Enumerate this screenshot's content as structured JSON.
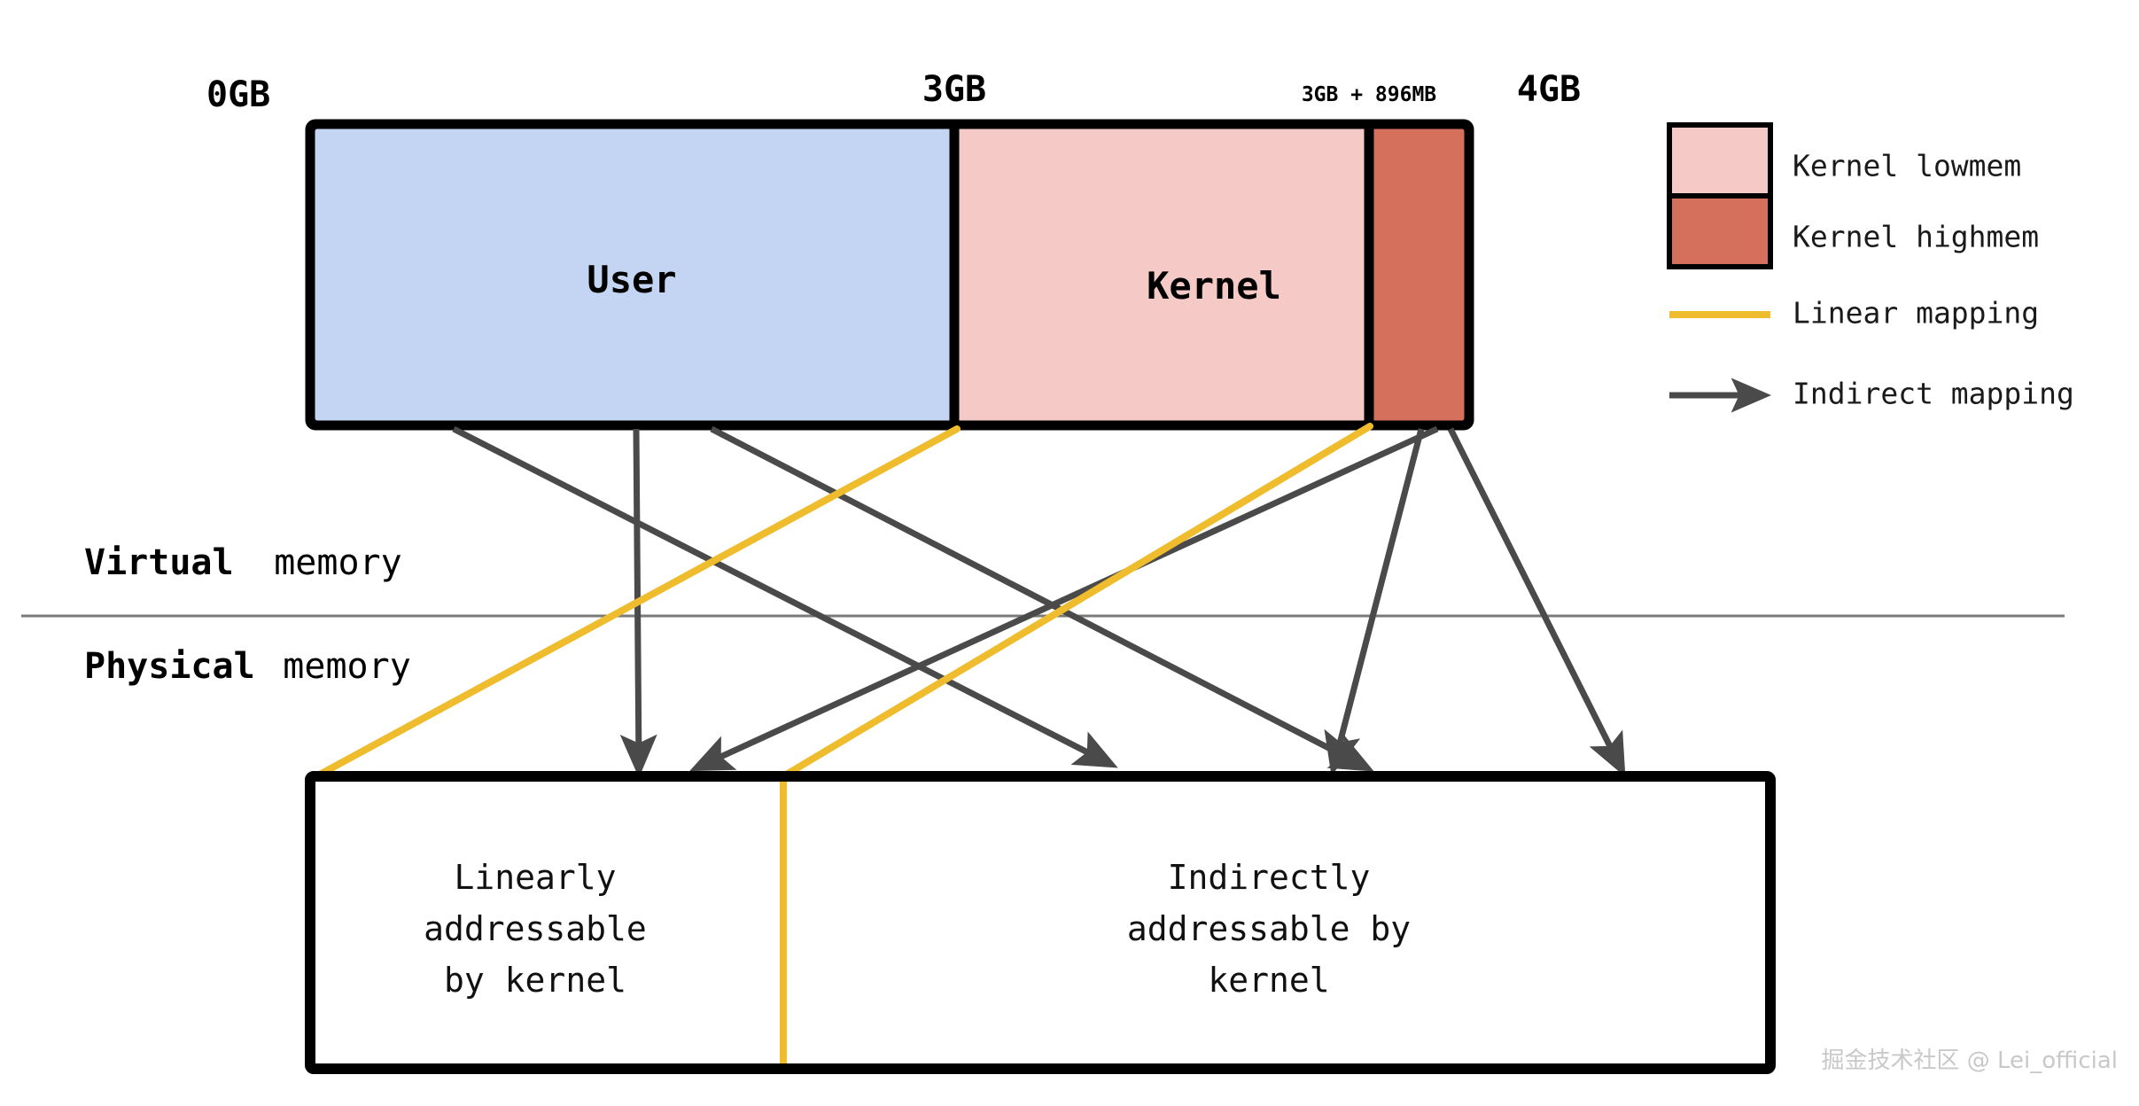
{
  "diagram": {
    "title_absent": true,
    "virtual_bar": {
      "scale_labels": [
        {
          "name": "start",
          "text": "0GB",
          "size": "big"
        },
        {
          "name": "three-gb",
          "text": "3GB",
          "size": "big"
        },
        {
          "name": "three-gb-896mb",
          "text": "3GB + 896MB",
          "size": "small"
        },
        {
          "name": "four-gb",
          "text": "4GB",
          "size": "big"
        }
      ],
      "segments": [
        {
          "key": "user",
          "label": "User",
          "color": "#c3d5f2"
        },
        {
          "key": "kernel_lowmem",
          "label": "Kernel",
          "color": "#f4c9c6"
        },
        {
          "key": "kernel_highmem",
          "label": "",
          "color": "#d4705b"
        }
      ]
    },
    "tiers": [
      {
        "key": "virtual",
        "emphasis": "Virtual",
        "rest": "memory"
      },
      {
        "key": "physical",
        "emphasis": "Physical",
        "rest": "memory"
      }
    ],
    "physical_bar": {
      "regions": [
        {
          "key": "linear",
          "lines": [
            "Linearly",
            "addressable",
            "by kernel"
          ]
        },
        {
          "key": "indirect",
          "lines": [
            "Indirectly",
            "addressable by",
            "kernel"
          ]
        }
      ]
    },
    "legend": {
      "items": [
        {
          "key": "kernel-lowmem",
          "type": "swatch",
          "label": "Kernel lowmem",
          "color": "#f4c9c6"
        },
        {
          "key": "kernel-highmem",
          "type": "swatch",
          "label": "Kernel highmem",
          "color": "#d4705b"
        },
        {
          "key": "linear-mapping",
          "type": "line",
          "label": "Linear mapping",
          "color": "#eebc2c"
        },
        {
          "key": "indirect-mapping",
          "type": "arrow",
          "label": "Indirect mapping",
          "color": "#4a4a4a"
        }
      ]
    },
    "colors": {
      "user_fill": "#c3d5f2",
      "lowmem_fill": "#f4c9c6",
      "highmem_fill": "#d4705b",
      "stroke": "#000000",
      "linear_mapping": "#eebc2c",
      "indirect_mapping": "#4a4a4a",
      "tier_divider": "#7a7a7a",
      "watermark": "#c8c8c8"
    },
    "watermark": "掘金技术社区 @ Lei_official"
  }
}
